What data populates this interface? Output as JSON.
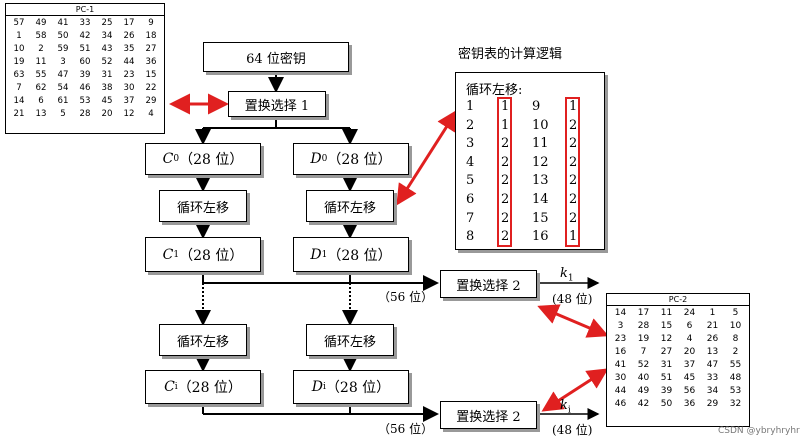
{
  "pc1": {
    "title": "PC-1",
    "rows": [
      [
        "57",
        "49",
        "41",
        "33",
        "25",
        "17",
        "9"
      ],
      [
        "1",
        "58",
        "50",
        "42",
        "34",
        "26",
        "18"
      ],
      [
        "10",
        "2",
        "59",
        "51",
        "43",
        "35",
        "27"
      ],
      [
        "19",
        "11",
        "3",
        "60",
        "52",
        "44",
        "36"
      ],
      [
        "63",
        "55",
        "47",
        "39",
        "31",
        "23",
        "15"
      ],
      [
        "7",
        "62",
        "54",
        "46",
        "38",
        "30",
        "22"
      ],
      [
        "14",
        "6",
        "61",
        "53",
        "45",
        "37",
        "29"
      ],
      [
        "21",
        "13",
        "5",
        "28",
        "20",
        "12",
        "4"
      ]
    ]
  },
  "pc2": {
    "title": "PC-2",
    "rows": [
      [
        "14",
        "17",
        "11",
        "24",
        "1",
        "5"
      ],
      [
        "3",
        "28",
        "15",
        "6",
        "21",
        "10"
      ],
      [
        "23",
        "19",
        "12",
        "4",
        "26",
        "8"
      ],
      [
        "16",
        "7",
        "27",
        "20",
        "13",
        "2"
      ],
      [
        "41",
        "52",
        "31",
        "37",
        "47",
        "55"
      ],
      [
        "30",
        "40",
        "51",
        "45",
        "33",
        "48"
      ],
      [
        "44",
        "49",
        "39",
        "56",
        "34",
        "53"
      ],
      [
        "46",
        "42",
        "50",
        "36",
        "29",
        "32"
      ]
    ]
  },
  "flow": {
    "key64": "64 位密钥",
    "pc1_box": "置换选择 1",
    "c0": "C",
    "c0_sub": "0",
    "c0_bits": "（28 位）",
    "d0": "D",
    "d0_sub": "0",
    "d0_bits": "（28 位）",
    "rotate_c1": "循环左移",
    "rotate_d1": "循环左移",
    "c1": "C",
    "c1_sub": "1",
    "c1_bits": "（28 位）",
    "d1": "D",
    "d1_sub": "1",
    "d1_bits": "（28 位）",
    "pc2_box_1": "置换选择 2",
    "bits56_1": "（56 位）",
    "k1": "k",
    "k1_sub": "1",
    "k1_bits": "(48 位)",
    "rotate_ci": "循环左移",
    "rotate_di": "循环左移",
    "ci": "C",
    "ci_sub": "i",
    "ci_bits": "（28 位）",
    "di": "D",
    "di_sub": "i",
    "di_bits": "（28 位）",
    "pc2_box_i": "置换选择 2",
    "bits56_i": "（56 位）",
    "ki": "k",
    "ki_sub": "i",
    "ki_bits": "(48 位)"
  },
  "schedule": {
    "heading": "密钥表的计算逻辑",
    "label": "循环左移:",
    "left_rounds": [
      "1",
      "2",
      "3",
      "4",
      "5",
      "6",
      "7",
      "8"
    ],
    "left_shifts": [
      "1",
      "1",
      "2",
      "2",
      "2",
      "2",
      "2",
      "2"
    ],
    "right_rounds": [
      "9",
      "10",
      "11",
      "12",
      "13",
      "14",
      "15",
      "16"
    ],
    "right_shifts": [
      "1",
      "2",
      "2",
      "2",
      "2",
      "2",
      "2",
      "1"
    ]
  },
  "watermark": "CSDN @ybryhryhr",
  "colors": {
    "arrow_red": "#e02020",
    "line": "#000000"
  }
}
